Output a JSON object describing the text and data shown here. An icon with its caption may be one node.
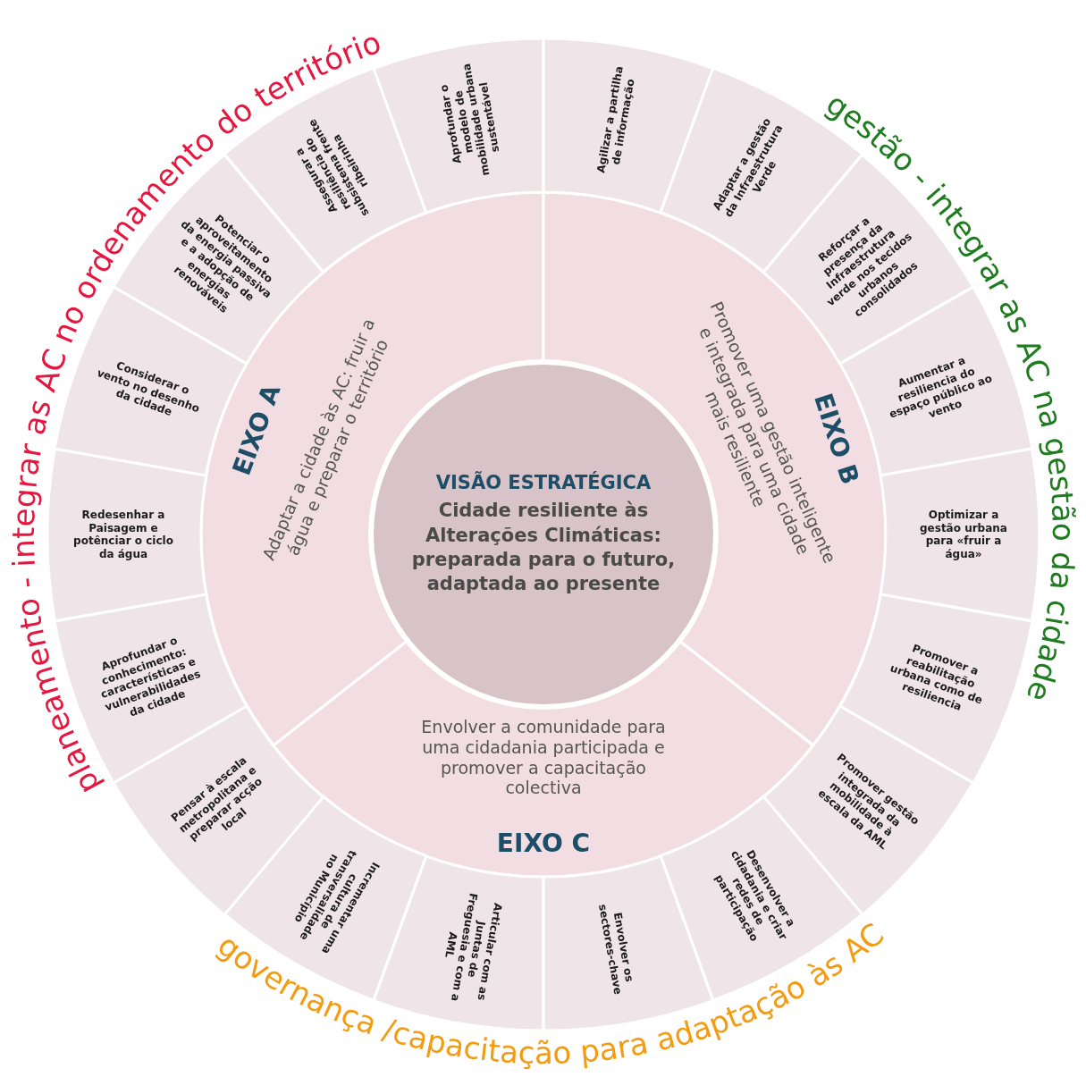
{
  "diagram": {
    "nodes": [
      {
        "text": [
          "VISÃO ESTRATÉGICA",
          "Cidade resiliente às Alterações Climáticas: preparada para o futuro, adaptada ao presente"
        ]
      },
      {
        "text": [
          "EIXO A",
          "Adaptar a cidade às AC: fruir a água e preparar o território"
        ]
      },
      {
        "text": [
          "EIXO B",
          "Promover uma gestão inteligente e integrada para uma cidade mais resiliente"
        ]
      },
      {
        "text": [
          "Envolver a comunidade para uma cidadania participada e promover a capacitação colectiva",
          "EIXO C"
        ]
      },
      {
        "text": [
          "Agilizar a partilha de informação"
        ]
      },
      {
        "text": [
          "Adaptar a gestão da Infraestrutura Verde"
        ]
      },
      {
        "text": [
          "Reforçar a presença da Infraestrutura verde nos tecidos urbanos consolidados"
        ]
      },
      {
        "text": [
          "Aumentar a resiliencia do espaço público ao vento"
        ]
      },
      {
        "text": [
          "Optimizar a gestão urbana para «fruir a água»"
        ]
      },
      {
        "text": [
          "Promover a reabilitação urbana como de resiliencia"
        ]
      },
      {
        "text": [
          "Promover gestão integrada da mobilidade à escala da AML"
        ]
      },
      {
        "text": [
          "Desenvolver a cidadania e criar redes de participação"
        ]
      },
      {
        "text": [
          "Envolver os sectores-chave"
        ]
      },
      {
        "text": [
          "Articular com as Juntas de Freguesia e com a AML"
        ]
      },
      {
        "text": [
          "Incrementar uma cultura de transversalidade no Município"
        ]
      },
      {
        "text": [
          "Pensar à escala metropolitana e preparar acção local"
        ]
      },
      {
        "text": [
          "Aprofundar o conhecimento: características e vulnerabilidades da cidade"
        ]
      },
      {
        "text": [
          "Redesenhar a Paisagem e potênciar o ciclo da água"
        ]
      },
      {
        "text": [
          "Considerar o vento no desenho da cidade"
        ]
      },
      {
        "text": [
          "Potenciar o aproveitamento da energia passiva e a adopção de energias renováveis"
        ]
      },
      {
        "text": [
          "Assegurar a resiliência do subsistema frente ribeirinha"
        ]
      },
      {
        "text": [
          "Aprofundar o modelo de mobilidade urbana sustentável"
        ]
      }
    ],
    "labels": [
      "planeamento - integrar as AC no ordenamento do território",
      "gestão - integrar as AC na gestão da cidade",
      "governança /capacitação para adaptação às AC"
    ]
  }
}
